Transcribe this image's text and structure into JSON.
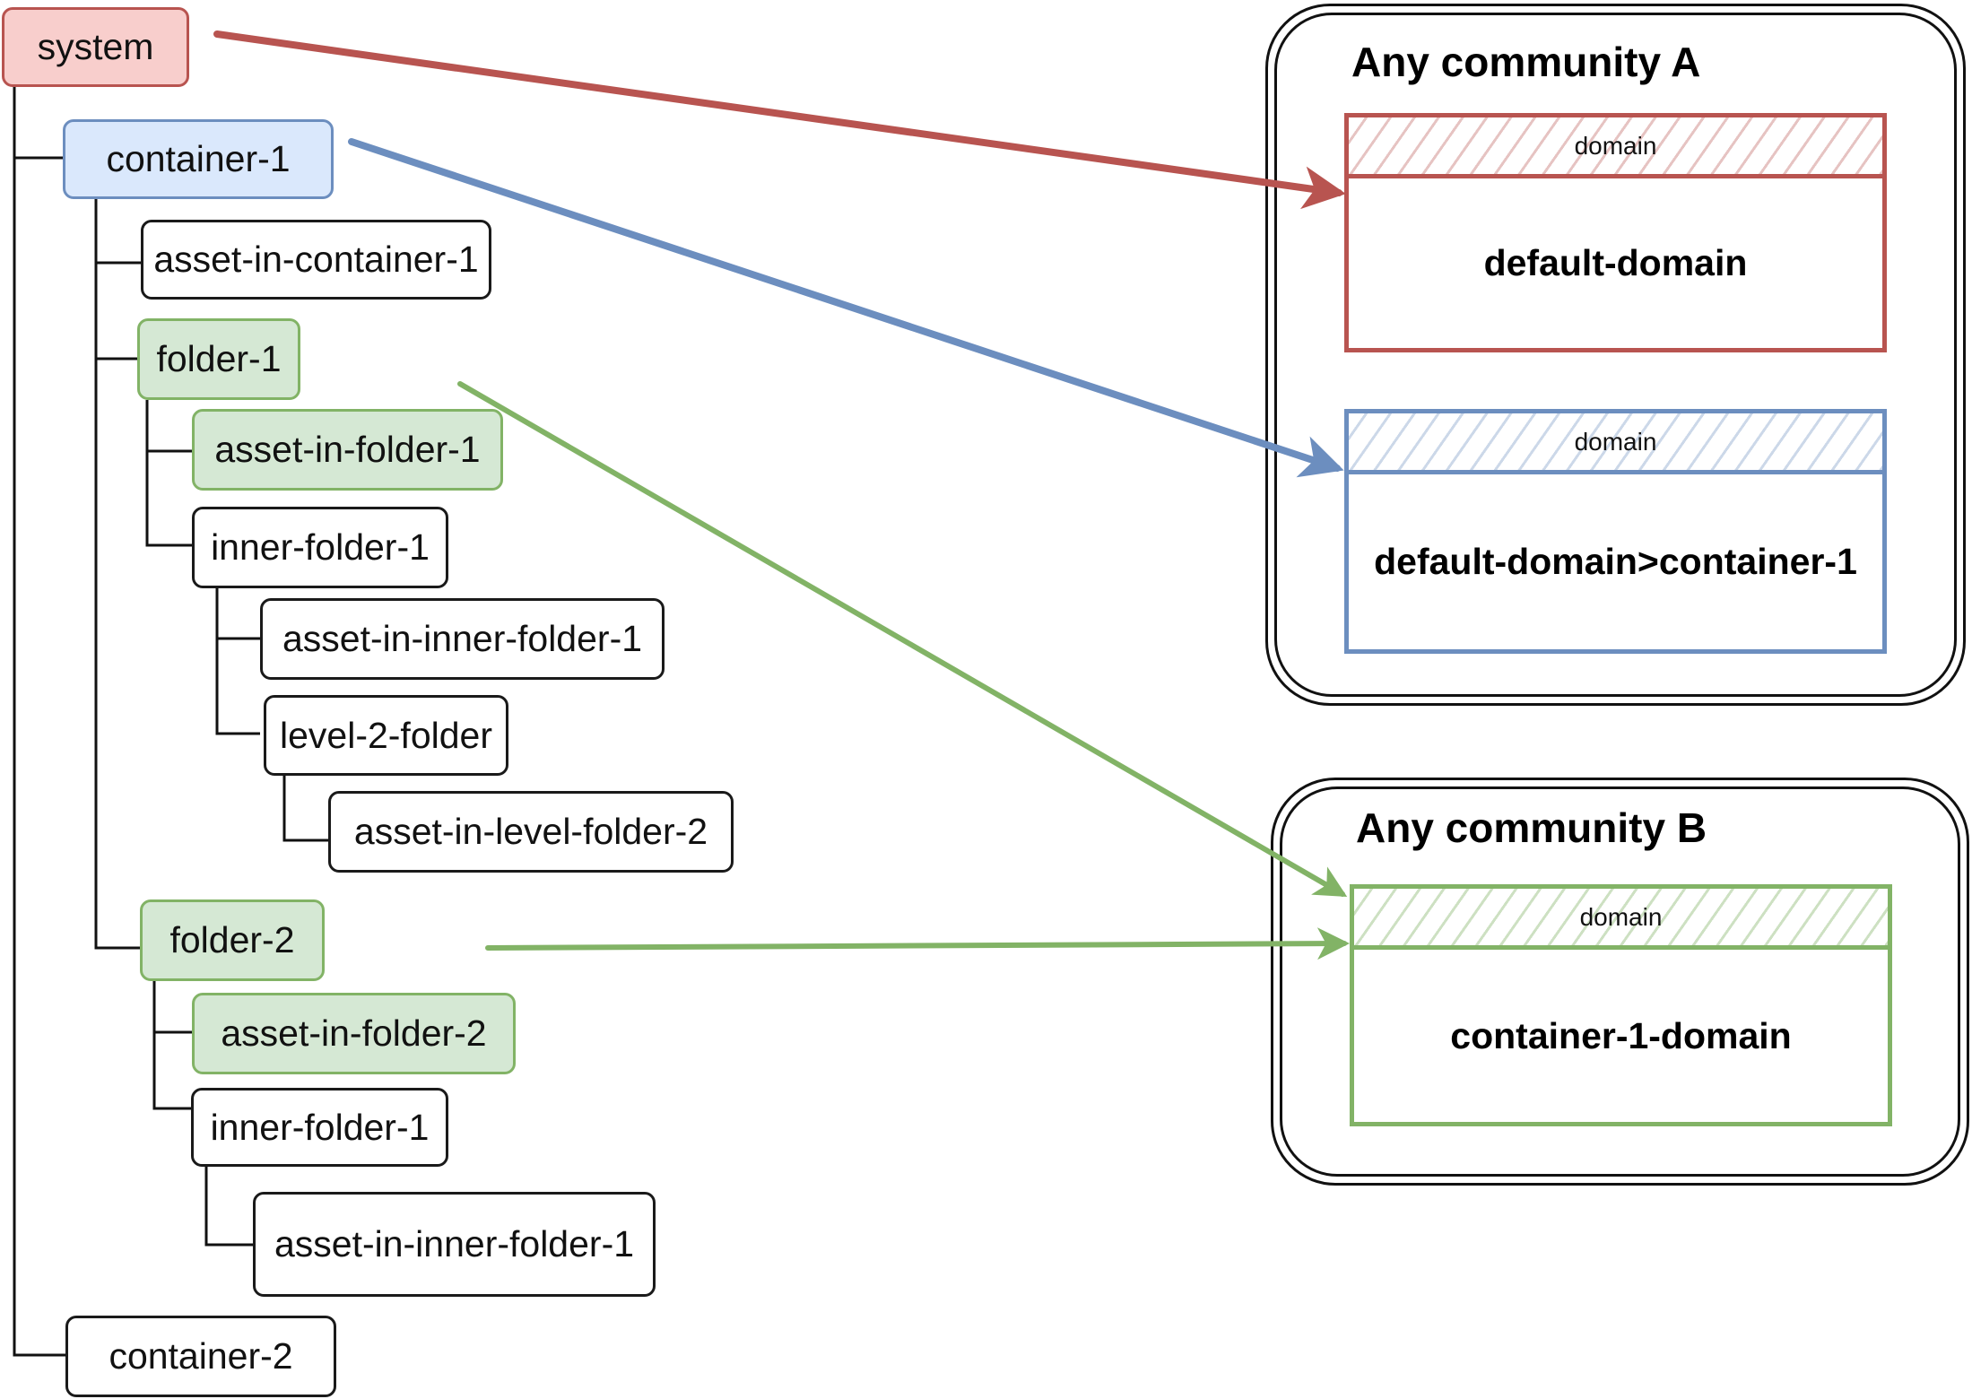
{
  "colors": {
    "red_fill": "#f8cecc",
    "red_stroke": "#b85450",
    "blue_fill": "#dae8fc",
    "blue_stroke": "#6c8ebf",
    "green_fill": "#d5e8d4",
    "green_stroke": "#82b366",
    "neutral_stroke": "#1a1a1a"
  },
  "tree": {
    "system": "system",
    "container_1": "container-1",
    "asset_in_container_1": "asset-in-container-1",
    "folder_1": "folder-1",
    "asset_in_folder_1": "asset-in-folder-1",
    "inner_folder_1a": "inner-folder-1",
    "asset_in_inner_folder_1a": "asset-in-inner-folder-1",
    "level_2_folder": "level-2-folder",
    "asset_in_level_folder_2": "asset-in-level-folder-2",
    "folder_2": "folder-2",
    "asset_in_folder_2": "asset-in-folder-2",
    "inner_folder_1b": "inner-folder-1",
    "asset_in_inner_folder_1b": "asset-in-inner-folder-1",
    "container_2": "container-2"
  },
  "communities": [
    {
      "title": "Any community A",
      "domains": [
        {
          "header": "domain",
          "name": "default-domain",
          "color": "red"
        },
        {
          "header": "domain",
          "name": "default-domain>container-1",
          "color": "blue"
        }
      ]
    },
    {
      "title": "Any community B",
      "domains": [
        {
          "header": "domain",
          "name": "container-1-domain",
          "color": "green"
        }
      ]
    }
  ]
}
